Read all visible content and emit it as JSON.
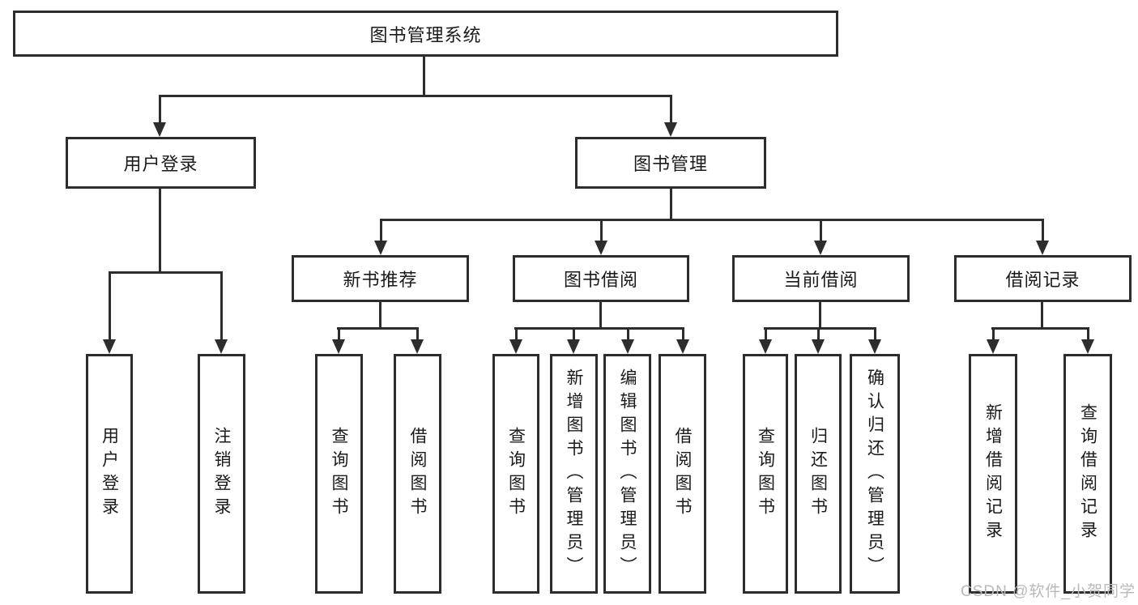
{
  "diagram": {
    "root": "图书管理系统",
    "level2": [
      "用户登录",
      "图书管理"
    ],
    "level3": [
      "新书推荐",
      "图书借阅",
      "当前借阅",
      "借阅记录"
    ],
    "leaves": {
      "user_login": [
        "用户登录",
        "注销登录"
      ],
      "new_book_recommendation": [
        "查询图书",
        "借阅图书"
      ],
      "book_borrowing": [
        "查询图书",
        "新增图书（管理员）",
        "编辑图书（管理员）",
        "借阅图书"
      ],
      "current_borrowing": [
        "查询图书",
        "归还图书",
        "确认归还（管理员）"
      ],
      "borrowing_records": [
        "新增借阅记录",
        "查询借阅记录"
      ]
    }
  },
  "watermark": "CSDN @软件_小贺同学",
  "colors": {
    "line": "#2d2d2d",
    "text": "#1a1a1a",
    "background": "#ffffff",
    "watermark": "#b9b9b9"
  }
}
